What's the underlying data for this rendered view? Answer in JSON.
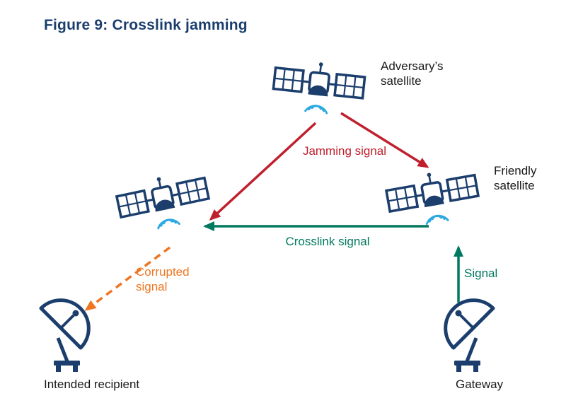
{
  "title": "Figure 9: Crosslink jamming",
  "colors": {
    "navy": "#1B3E6D",
    "jamming_red": "#C0202E",
    "signal_teal": "#00795F",
    "corrupted_orange": "#EE7623",
    "wifi_blue": "#2CA9E1",
    "label_text": "#1A1A1A"
  },
  "nodes": {
    "adversary_satellite": {
      "lines": [
        "Adversary’s",
        "satellite"
      ]
    },
    "friendly_satellite": {
      "lines": [
        "Friendly",
        "satellite"
      ]
    },
    "intended_recipient": {
      "label": "Intended recipient"
    },
    "gateway": {
      "label": "Gateway"
    }
  },
  "links": {
    "jamming": {
      "label": "Jamming signal",
      "color": "#C0202E",
      "style": "solid-arrow"
    },
    "crosslink": {
      "label": "Crosslink signal",
      "color": "#00795F",
      "style": "solid-arrow"
    },
    "uplink": {
      "label": "Signal",
      "color": "#00795F",
      "style": "solid-arrow"
    },
    "corrupted": {
      "lines": [
        "Corrupted",
        "signal"
      ],
      "color": "#EE7623",
      "style": "dashed-arrow"
    }
  }
}
